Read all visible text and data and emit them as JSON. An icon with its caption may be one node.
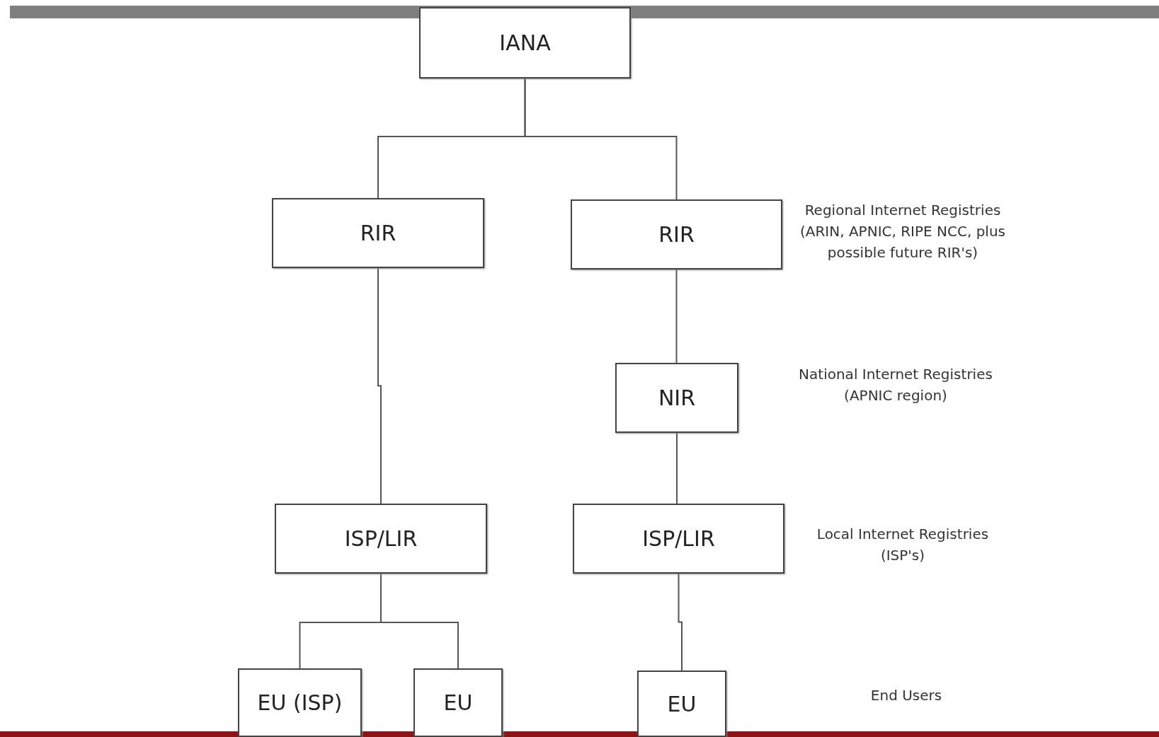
{
  "diagram": {
    "nodes": [
      {
        "text": [
          "IANA"
        ]
      },
      {
        "text": [
          "RIR"
        ]
      },
      {
        "text": [
          "RIR"
        ]
      },
      {
        "text": [
          "NIR"
        ]
      },
      {
        "text": [
          "ISP/LIR"
        ]
      },
      {
        "text": [
          "ISP/LIR"
        ]
      },
      {
        "text": [
          "EU (ISP)"
        ]
      },
      {
        "text": [
          "EU"
        ]
      },
      {
        "text": [
          "EU"
        ]
      }
    ],
    "edges": [
      {
        "from": 0,
        "to": 1,
        "arrow": "none"
      },
      {
        "from": 0,
        "to": 2,
        "arrow": "none"
      },
      {
        "from": 1,
        "to": 4,
        "arrow": "none"
      },
      {
        "from": 2,
        "to": 3,
        "arrow": "none"
      },
      {
        "from": 3,
        "to": 5,
        "arrow": "none"
      },
      {
        "from": 4,
        "to": 6,
        "arrow": "none"
      },
      {
        "from": 4,
        "to": 7,
        "arrow": "none"
      },
      {
        "from": 5,
        "to": 8,
        "arrow": "none"
      }
    ],
    "labels": [
      "Regional Internet Registries (ARIN, APNIC, RIPE NCC, plus possible future RIR's)",
      "National Internet Registries (APNIC region)",
      "Local Internet Registries (ISP's)",
      "End Users"
    ]
  }
}
